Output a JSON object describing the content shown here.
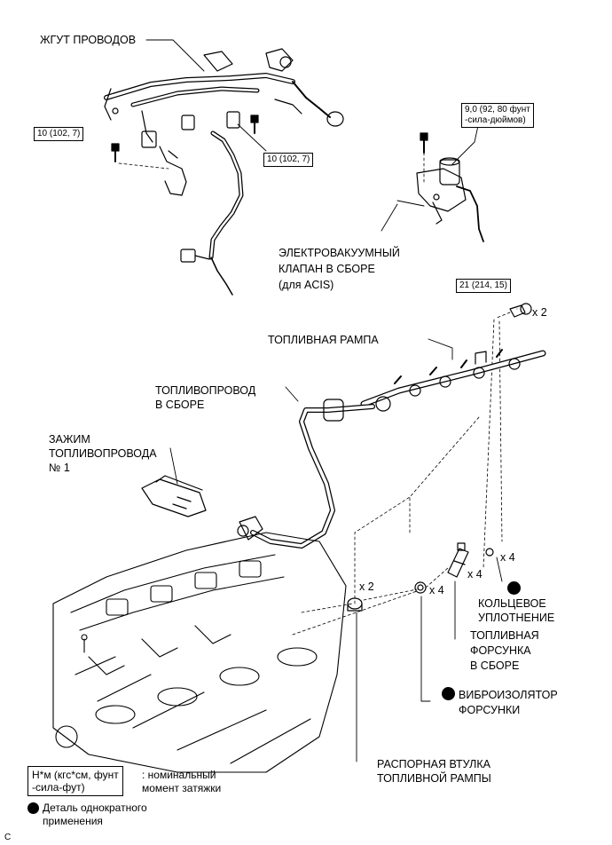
{
  "labels": {
    "wire_harness": "ЖГУТ ПРОВОДОВ",
    "vsv_line1": "ЭЛЕКТРОВАКУУМНЫЙ",
    "vsv_line2": "КЛАПАН В СБОРЕ",
    "vsv_line3": "(для ACIS)",
    "fuel_rail": "ТОПЛИВНАЯ РАМПА",
    "fuel_pipe_line1": "ТОПЛИВОПРОВОД",
    "fuel_pipe_line2": "В СБОРЕ",
    "clamp_line1": "ЗАЖИМ",
    "clamp_line2": "ТОПЛИВОПРОВОДА",
    "clamp_line3": "№ 1",
    "oring_line1": "КОЛЬЦЕВОЕ",
    "oring_line2": "УПЛОТНЕНИЕ",
    "injector_line1": "ТОПЛИВНАЯ",
    "injector_line2": "ФОРСУНКА",
    "injector_line3": "В СБОРЕ",
    "insulator_line1": "ВИБРОИЗОЛЯТОР",
    "insulator_line2": "ФОРСУНКИ",
    "spacer_line1": "РАСПОРНАЯ ВТУЛКА",
    "spacer_line2": "ТОПЛИВНОЙ РАМПЫ"
  },
  "torques": {
    "left_bolt": "10 (102, 7)",
    "harness_bolt": "10 (102, 7)",
    "vsv_bolt_line1": "9,0 (92, 80 фунт",
    "vsv_bolt_line2": "-сила-дюймов)",
    "rail_bolt": "21 (214, 15)"
  },
  "quantities": {
    "rail_bolt": "x 2",
    "oring": "x 4",
    "injector": "x 4",
    "insulator": "x 4",
    "spacer": "x 2"
  },
  "legend": {
    "unit_line1": "Н*м (кгс*см, фунт",
    "unit_line2": "-сила-фут)",
    "unit_desc_line1": ": номинальный",
    "unit_desc_line2": "момент затяжки",
    "single_use_line1": "Деталь однократного",
    "single_use_line2": "применения"
  },
  "footer_code": "C"
}
